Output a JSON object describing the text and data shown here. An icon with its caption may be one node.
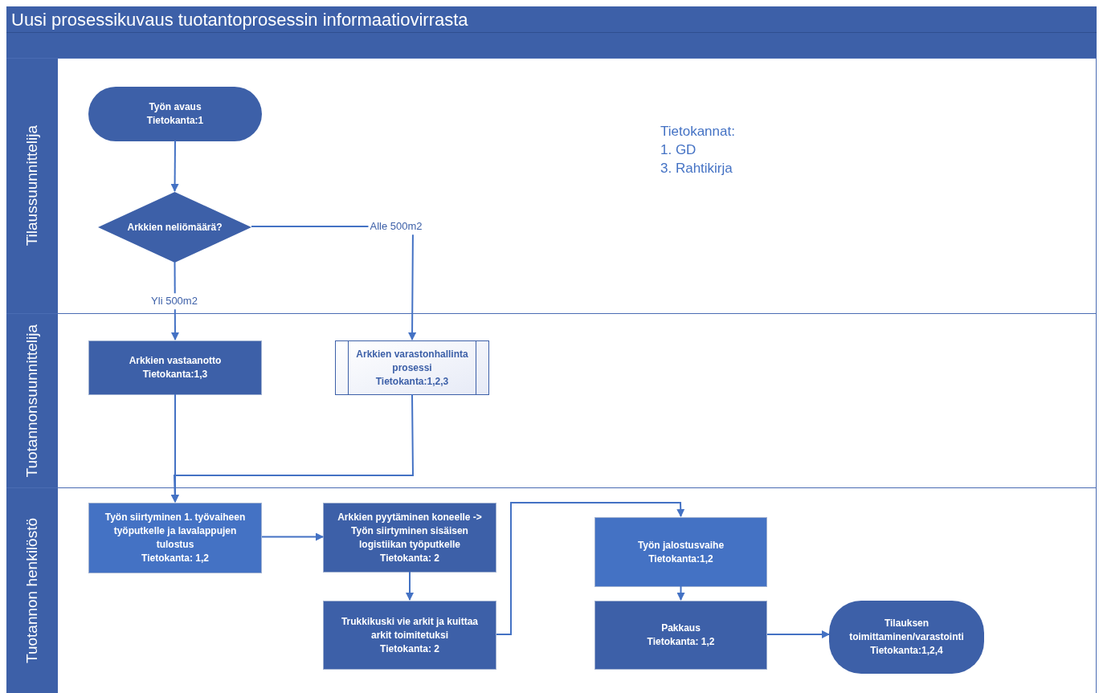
{
  "diagram": {
    "title": "Uusi prosessikuvaus tuotantoprosessin informaatiovirrasta",
    "nodes": [
      {
        "text": [
          "Tilaussuunnittelija"
        ]
      },
      {
        "text": [
          "Työn avaus",
          "Tietokanta:1"
        ],
        "in": 0
      },
      {
        "text": [
          "Arkkien neliömäärä?"
        ],
        "in": 0
      },
      {
        "text": [
          "Tuotannonsuunnittelija"
        ]
      },
      {
        "text": [
          "Arkkien vastaanotto",
          "Tietokanta:1,3"
        ],
        "in": 3
      },
      {
        "text": [
          "Arkkien varastonhallinta prosessi",
          "Tietokanta:1,2,3"
        ],
        "in": 3
      },
      {
        "text": [
          "Tuotannon henkilöstö"
        ]
      },
      {
        "text": [
          "Työn siirtyminen 1. työvaiheen työputkelle ja lavalappujen tulostus",
          "Tietokanta: 1,2"
        ],
        "in": 6
      },
      {
        "text": [
          "Arkkien pyytäminen koneelle -> Työn siirtyminen sisäisen logistiikan työputkelle",
          "Tietokanta: 2"
        ],
        "in": 6
      },
      {
        "text": [
          "Trukkikuski vie arkit ja kuittaa arkit toimitetuksi",
          "Tietokanta: 2"
        ],
        "in": 6
      },
      {
        "text": [
          "Työn jalostusvaihe",
          "Tietokanta:1,2"
        ],
        "in": 6
      },
      {
        "text": [
          "Pakkaus",
          "Tietokanta: 1,2"
        ],
        "in": 6
      },
      {
        "text": [
          "Tilauksen toimittaminen/varastointi",
          "Tietokanta:1,2,4"
        ],
        "in": 6
      }
    ],
    "edges": [
      {
        "from": 1,
        "to": 2,
        "arrow": "to"
      },
      {
        "from": 2,
        "to": 4,
        "arrow": "to",
        "label": "Yli 500m2"
      },
      {
        "from": 2,
        "to": 5,
        "arrow": "to",
        "label": "Alle 500m2"
      },
      {
        "from": 4,
        "to": 7,
        "arrow": "to"
      },
      {
        "from": 5,
        "to": 7,
        "arrow": "to"
      },
      {
        "from": 7,
        "to": 8,
        "arrow": "to"
      },
      {
        "from": 8,
        "to": 9,
        "arrow": "to"
      },
      {
        "from": 9,
        "to": 10,
        "arrow": "to"
      },
      {
        "from": 10,
        "to": 11,
        "arrow": "to"
      },
      {
        "from": 11,
        "to": 12,
        "arrow": "to"
      }
    ],
    "labels": [
      "Tietokannat:",
      "1. GD",
      "3. Rahtikirja"
    ]
  }
}
